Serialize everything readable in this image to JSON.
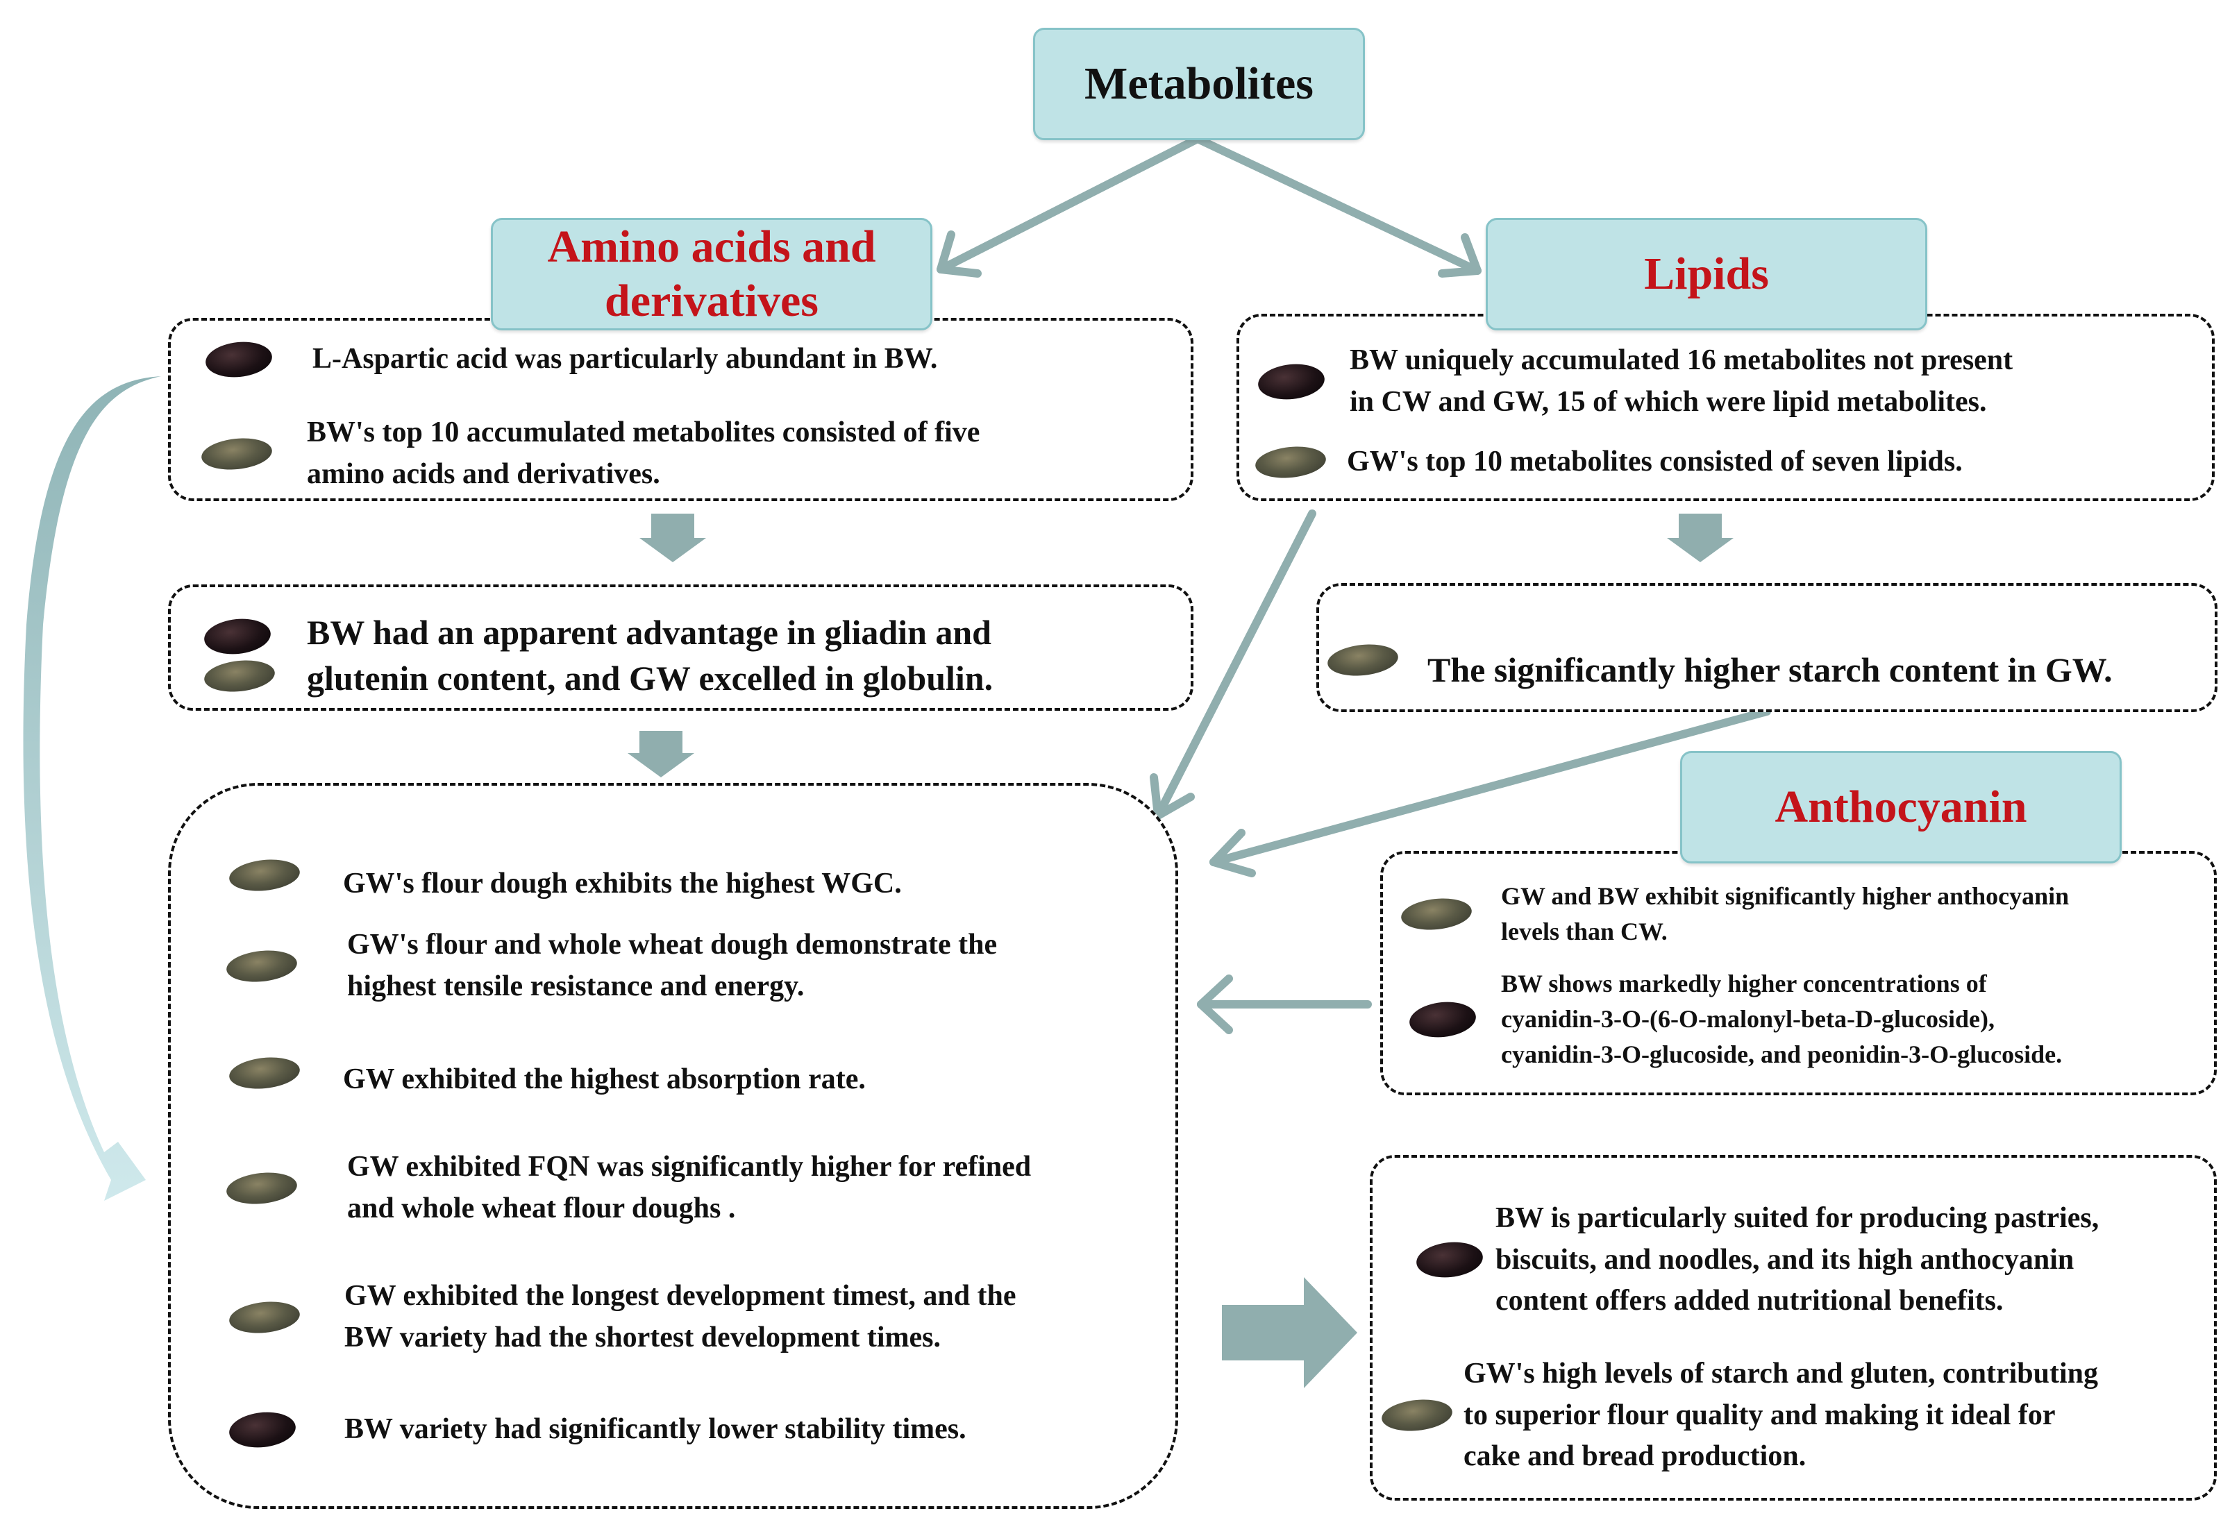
{
  "colors": {
    "header_fill": "#bfe3e6",
    "header_border": "#86c3c8",
    "header_red_text": "#c4141a",
    "arrow": "#90aeae",
    "seed_black": "#1c1115",
    "seed_green": "#5a5a46"
  },
  "headers": {
    "metabolites": "Metabolites",
    "amino": "Amino acids and\nderivatives",
    "lipids": "Lipids",
    "anthocyanin": "Anthocyanin"
  },
  "amino_box": {
    "items": [
      {
        "seed": "black",
        "text": "L-Aspartic acid was particularly abundant in BW."
      },
      {
        "seed": "green",
        "text": "BW's top 10 accumulated metabolites consisted of five\namino acids and  derivatives."
      }
    ]
  },
  "lipids_box": {
    "items": [
      {
        "seed": "black",
        "text": "BW uniquely accumulated 16 metabolites not present\nin CW and GW, 15 of which were lipid metabolites."
      },
      {
        "seed": "green",
        "text": "GW's top 10 metabolites consisted of seven lipids."
      }
    ]
  },
  "protein_box": {
    "text": "BW had an apparent advantage in gliadin and\nglutenin content, and GW excelled in globulin."
  },
  "starch_box": {
    "text": "The significantly higher starch content in GW."
  },
  "dough_box": {
    "items": [
      {
        "seed": "green",
        "text": "GW's flour dough exhibits the highest WGC."
      },
      {
        "seed": "green",
        "text": "GW's flour and whole wheat dough demonstrate the\nhighest tensile resistance and energy."
      },
      {
        "seed": "green",
        "text": "GW exhibited the highest absorption rate."
      },
      {
        "seed": "green",
        "text": "GW exhibited FQN was significantly higher for refined\nand whole wheat flour doughs ."
      },
      {
        "seed": "green",
        "text": "GW exhibited the longest development timest, and the\nBW variety had the shortest development times."
      },
      {
        "seed": "black",
        "text": "BW variety had significantly lower stability times."
      }
    ]
  },
  "anthocyanin_box": {
    "items": [
      {
        "seed": "green",
        "text": "GW and BW exhibit significantly higher anthocyanin\nlevels than CW."
      },
      {
        "seed": "black",
        "text": "BW shows markedly higher concentrations of\ncyanidin-3-O-(6-O-malonyl-beta-D-glucoside),\ncyanidin-3-O-glucoside, and peonidin-3-O-glucoside."
      }
    ]
  },
  "conclusion_box": {
    "items": [
      {
        "seed": "black",
        "text": "BW is particularly suited for producing pastries,\nbiscuits, and noodles, and its high anthocyanin\ncontent offers added nutritional benefits."
      },
      {
        "seed": "green",
        "text": "GW's high levels of starch and gluten, contributing\nto superior flour quality and making it ideal for\ncake and bread production."
      }
    ]
  }
}
